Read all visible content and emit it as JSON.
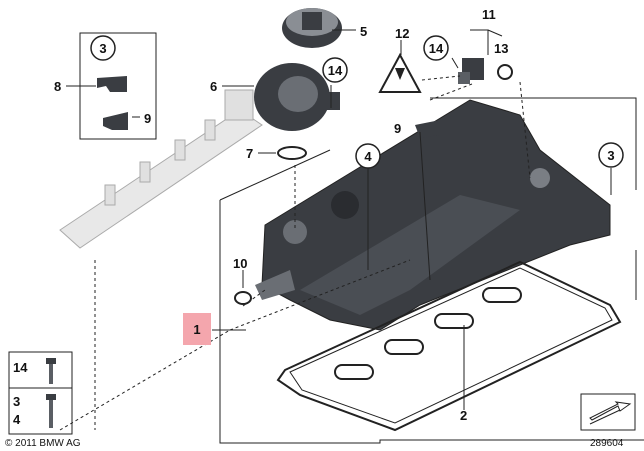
{
  "callouts": {
    "c1": "1",
    "c2": "2",
    "c3a": "3",
    "c3b": "3",
    "c4": "4",
    "c5": "5",
    "c6": "6",
    "c7": "7",
    "c8": "8",
    "c9a": "9",
    "c9b": "9",
    "c10": "10",
    "c11": "11",
    "c12": "12",
    "c13": "13",
    "c14a": "14",
    "c14b": "14"
  },
  "legend": {
    "l14": "14",
    "l3": "3",
    "l4": "4"
  },
  "footer": {
    "copyright": "© 2011 BMW AG",
    "diagram_number": "289604"
  },
  "colors": {
    "highlight": "#f4a6ad",
    "part_dark": "#3a3d42",
    "part_light": "#e6e6e6"
  }
}
